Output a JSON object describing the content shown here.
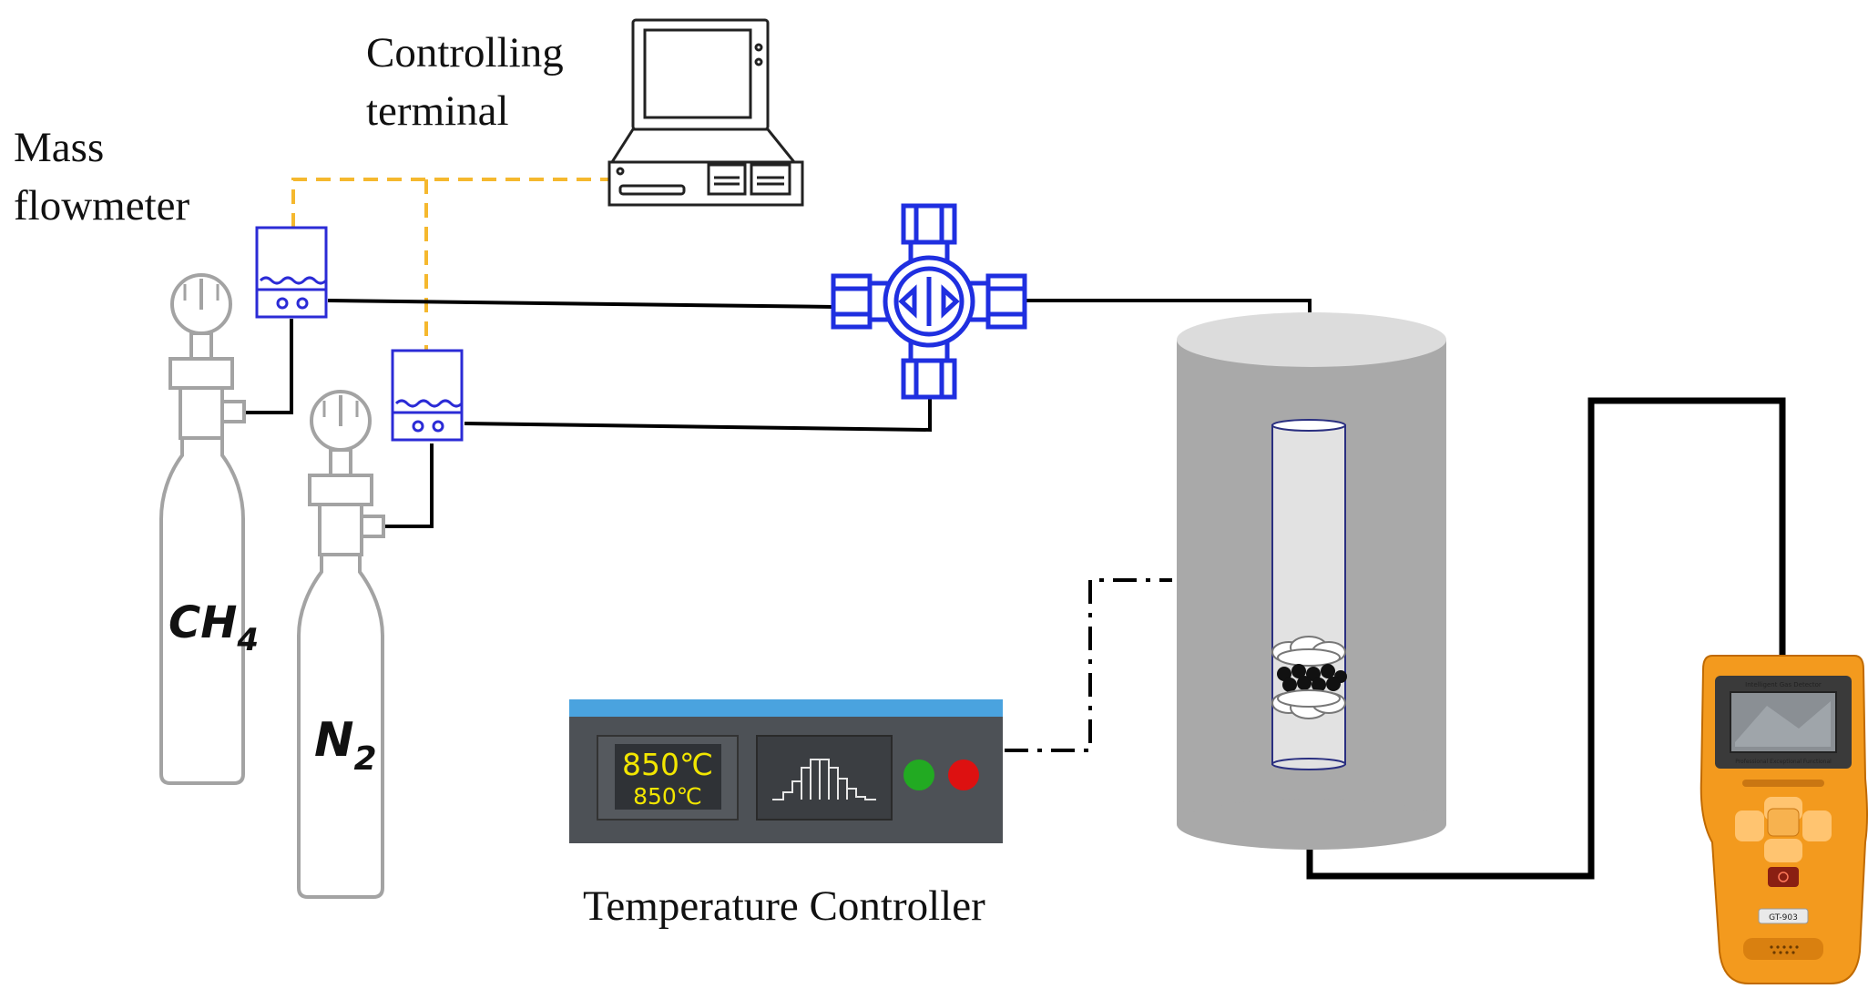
{
  "labels": {
    "controlling_terminal_line1": "Controlling",
    "controlling_terminal_line2": "terminal",
    "mass_flowmeter_line1": "Mass",
    "mass_flowmeter_line2": "flowmeter",
    "temperature_controller": "Temperature Controller"
  },
  "cylinders": [
    {
      "gas": "CH",
      "subscript": "4"
    },
    {
      "gas": "N",
      "subscript": "2"
    }
  ],
  "temperature_controller": {
    "display_main": "850℃",
    "display_sub": "850℃",
    "indicator_colors": [
      "#22aa22",
      "#dd1111"
    ]
  },
  "gas_detector": {
    "header_text": "Intelligent Gas Detector",
    "subheader_text": "Professional Exceptional Functional",
    "model_text": "GT-903",
    "body_color": "#f39a1e"
  },
  "colors": {
    "signal_line": "#f5b82e",
    "valve": "#1f2fe0",
    "flowmeter": "#2b2bd6",
    "pipe": "#000000",
    "furnace": "#a9a9a9"
  }
}
